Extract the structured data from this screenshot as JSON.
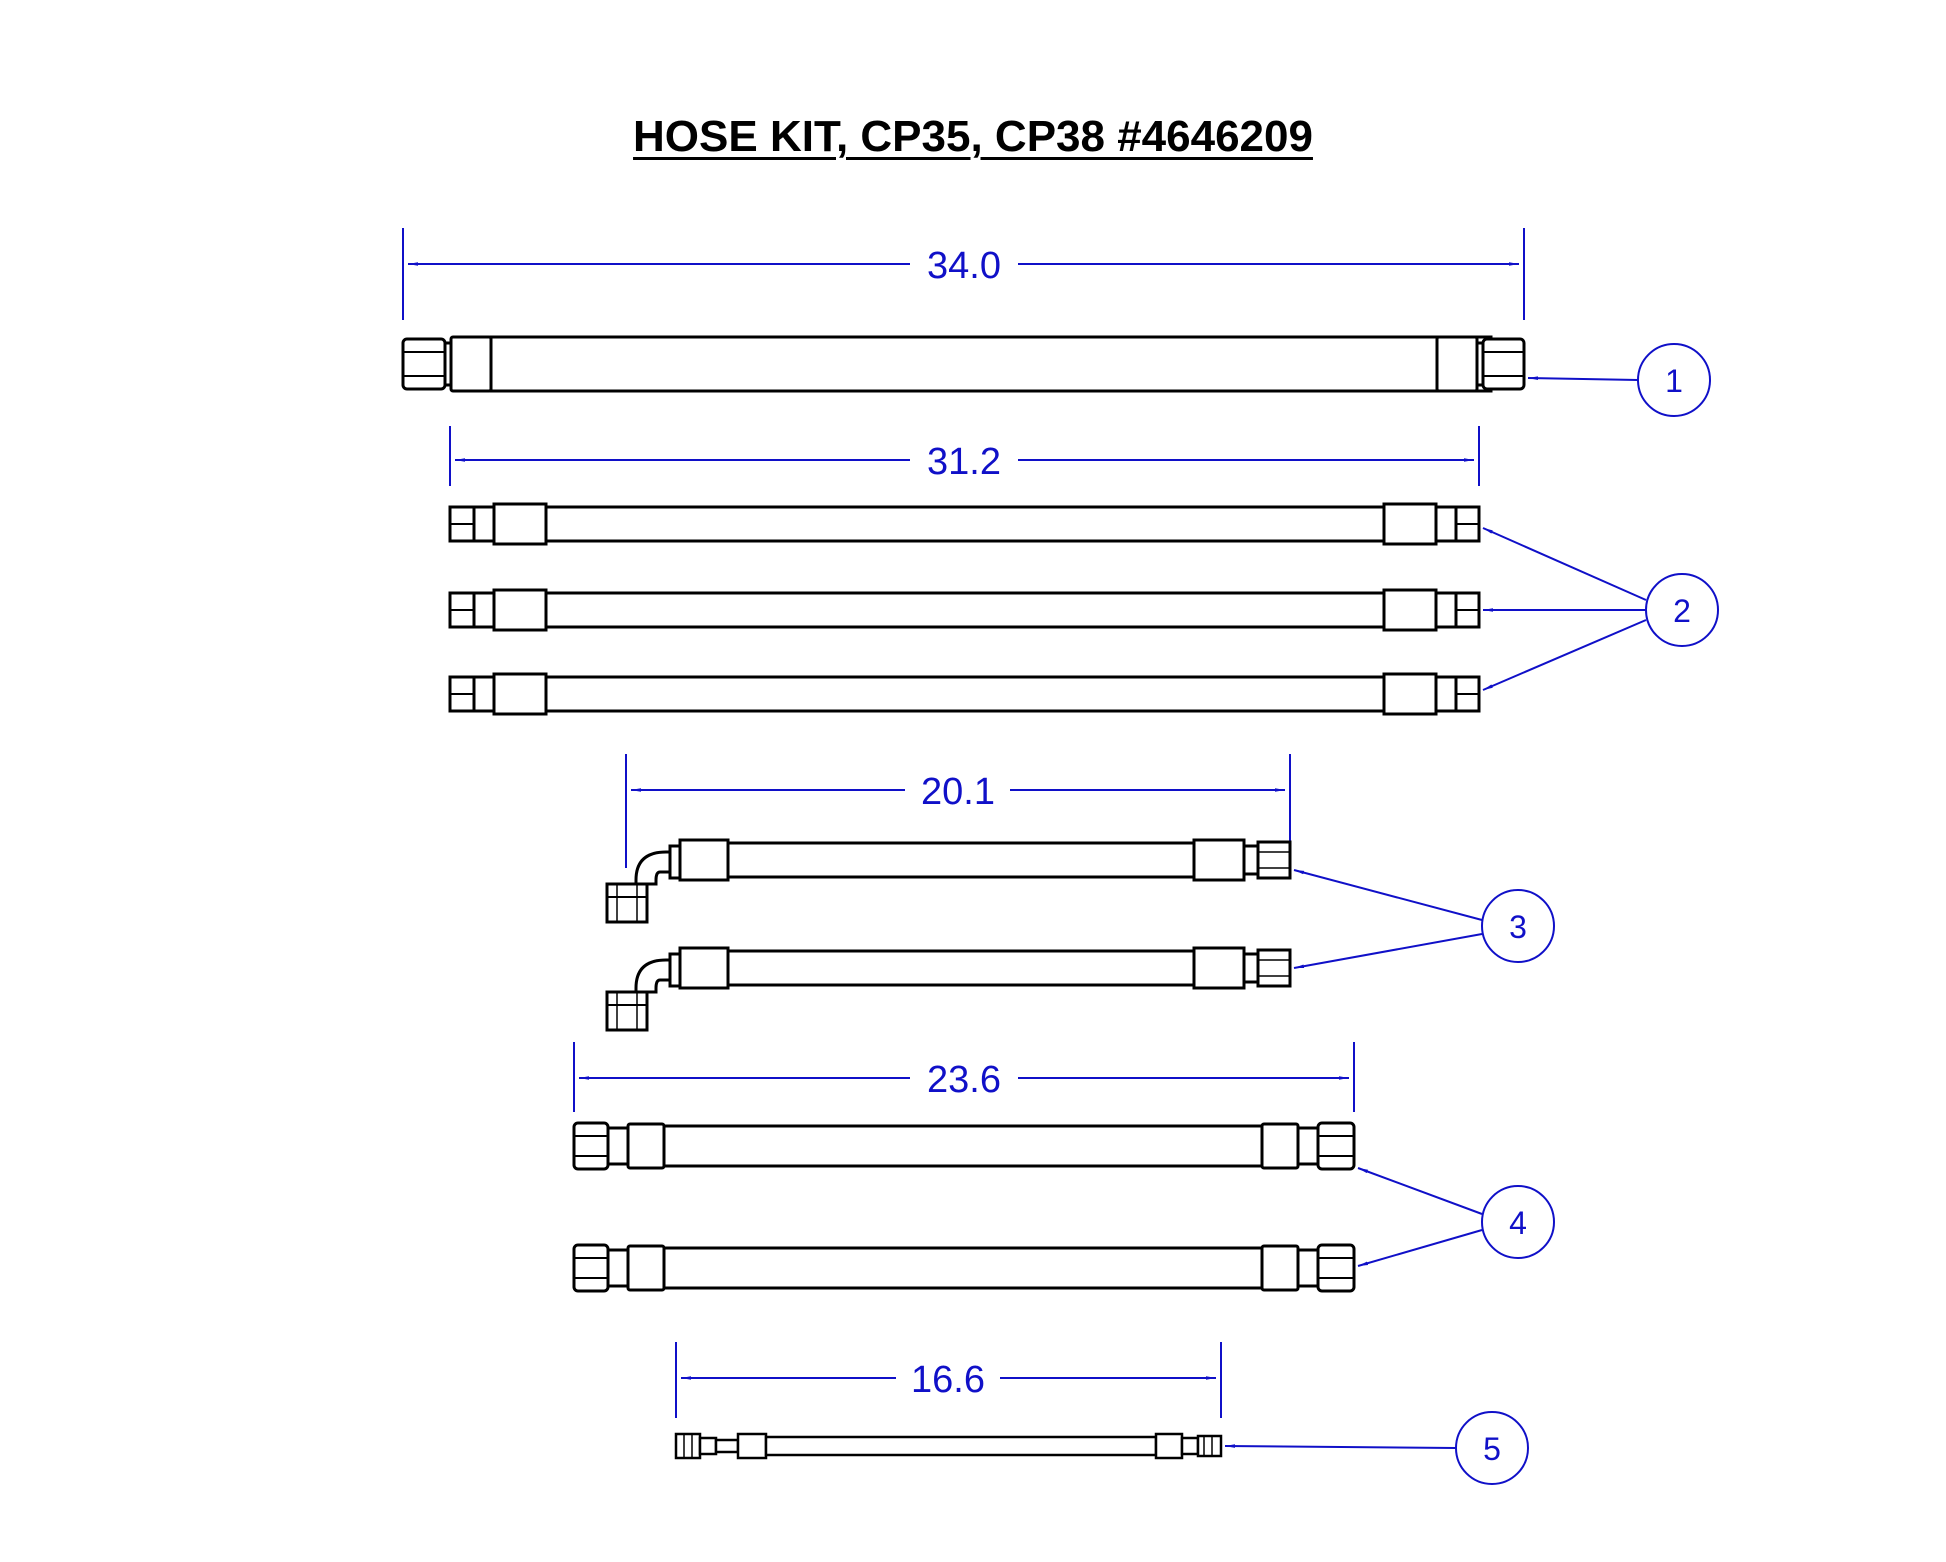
{
  "title": "HOSE KIT, CP35, CP38 #4646209",
  "colors": {
    "dimension": "#1010c8",
    "line": "#000000",
    "background": "#ffffff"
  },
  "dimensions": [
    "34.0",
    "31.2",
    "20.1",
    "23.6",
    "16.6"
  ],
  "callouts": [
    "1",
    "2",
    "3",
    "4",
    "5"
  ]
}
